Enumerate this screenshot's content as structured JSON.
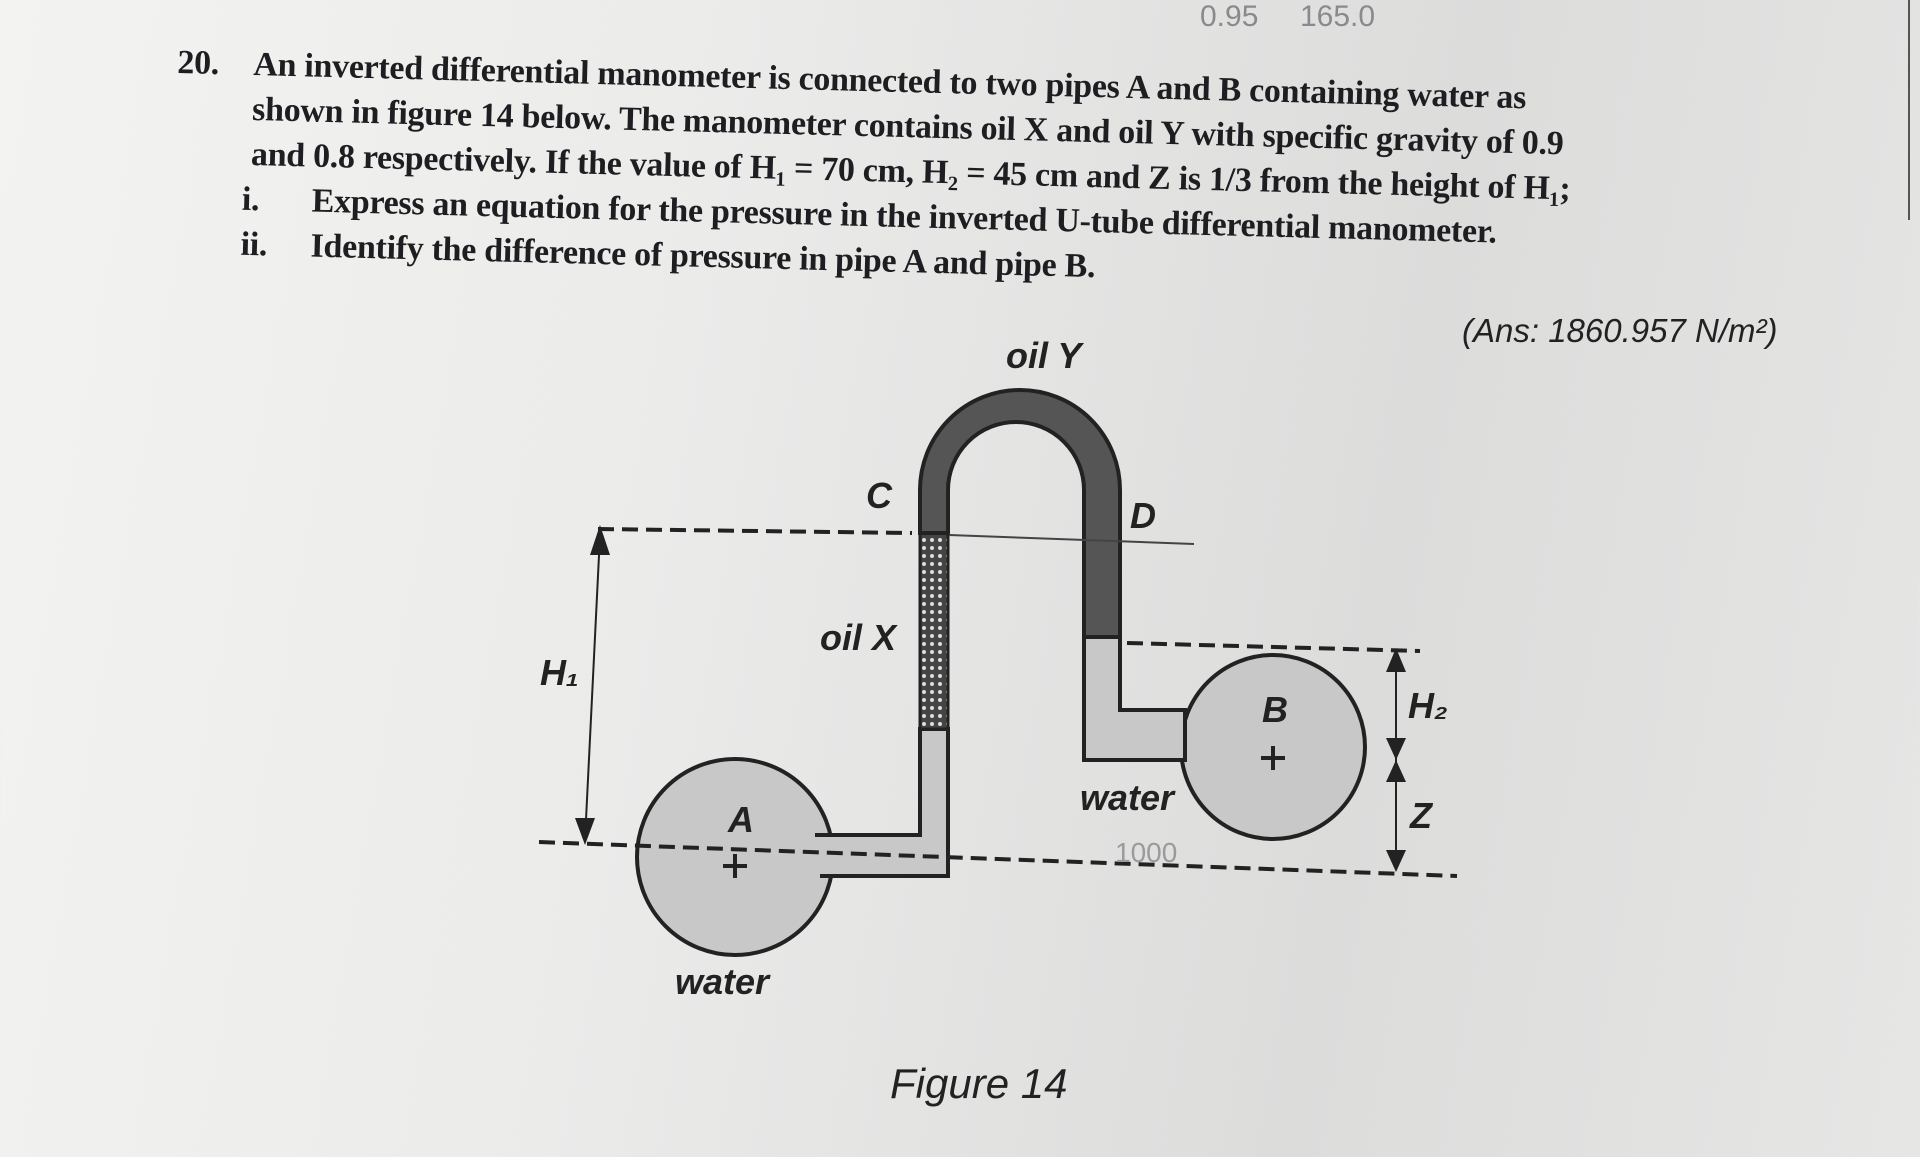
{
  "question": {
    "number": "20.",
    "lines": [
      "An inverted differential manometer is connected to two pipes A and B containing water as",
      "shown in figure 14 below. The manometer contains oil X and oil Y with specific gravity of 0.9",
      "and 0.8 respectively. If the value of H₁ = 70 cm, H₂ = 45 cm and Z is 1/3 from the height of H₁;"
    ],
    "parts": [
      {
        "label": "i.",
        "text": "Express an equation for the pressure in the inverted U-tube differential manometer."
      },
      {
        "label": "ii.",
        "text": "Identify the difference of pressure in pipe A and pipe B."
      }
    ],
    "answer": "(Ans: 1860.957 N/m²)"
  },
  "handwriting": {
    "top1": "0.95",
    "top2": "165.0",
    "water_note": "1000"
  },
  "figure": {
    "caption": "Figure 14",
    "labels": {
      "oil_y": "oil Y",
      "oil_x": "oil X",
      "c": "C",
      "d": "D",
      "h1": "H₁",
      "h2": "H₂",
      "z": "Z",
      "a": "A",
      "b": "B",
      "water_a": "water",
      "water_b": "water"
    }
  }
}
